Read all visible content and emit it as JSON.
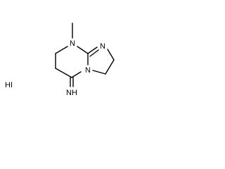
{
  "molecule": {
    "atom_labels": {
      "n_methyl": "N",
      "n_imine": "N",
      "n_bridge": "N",
      "imine_group": "NH",
      "salt": "HI"
    },
    "bond_color": "#000000"
  }
}
